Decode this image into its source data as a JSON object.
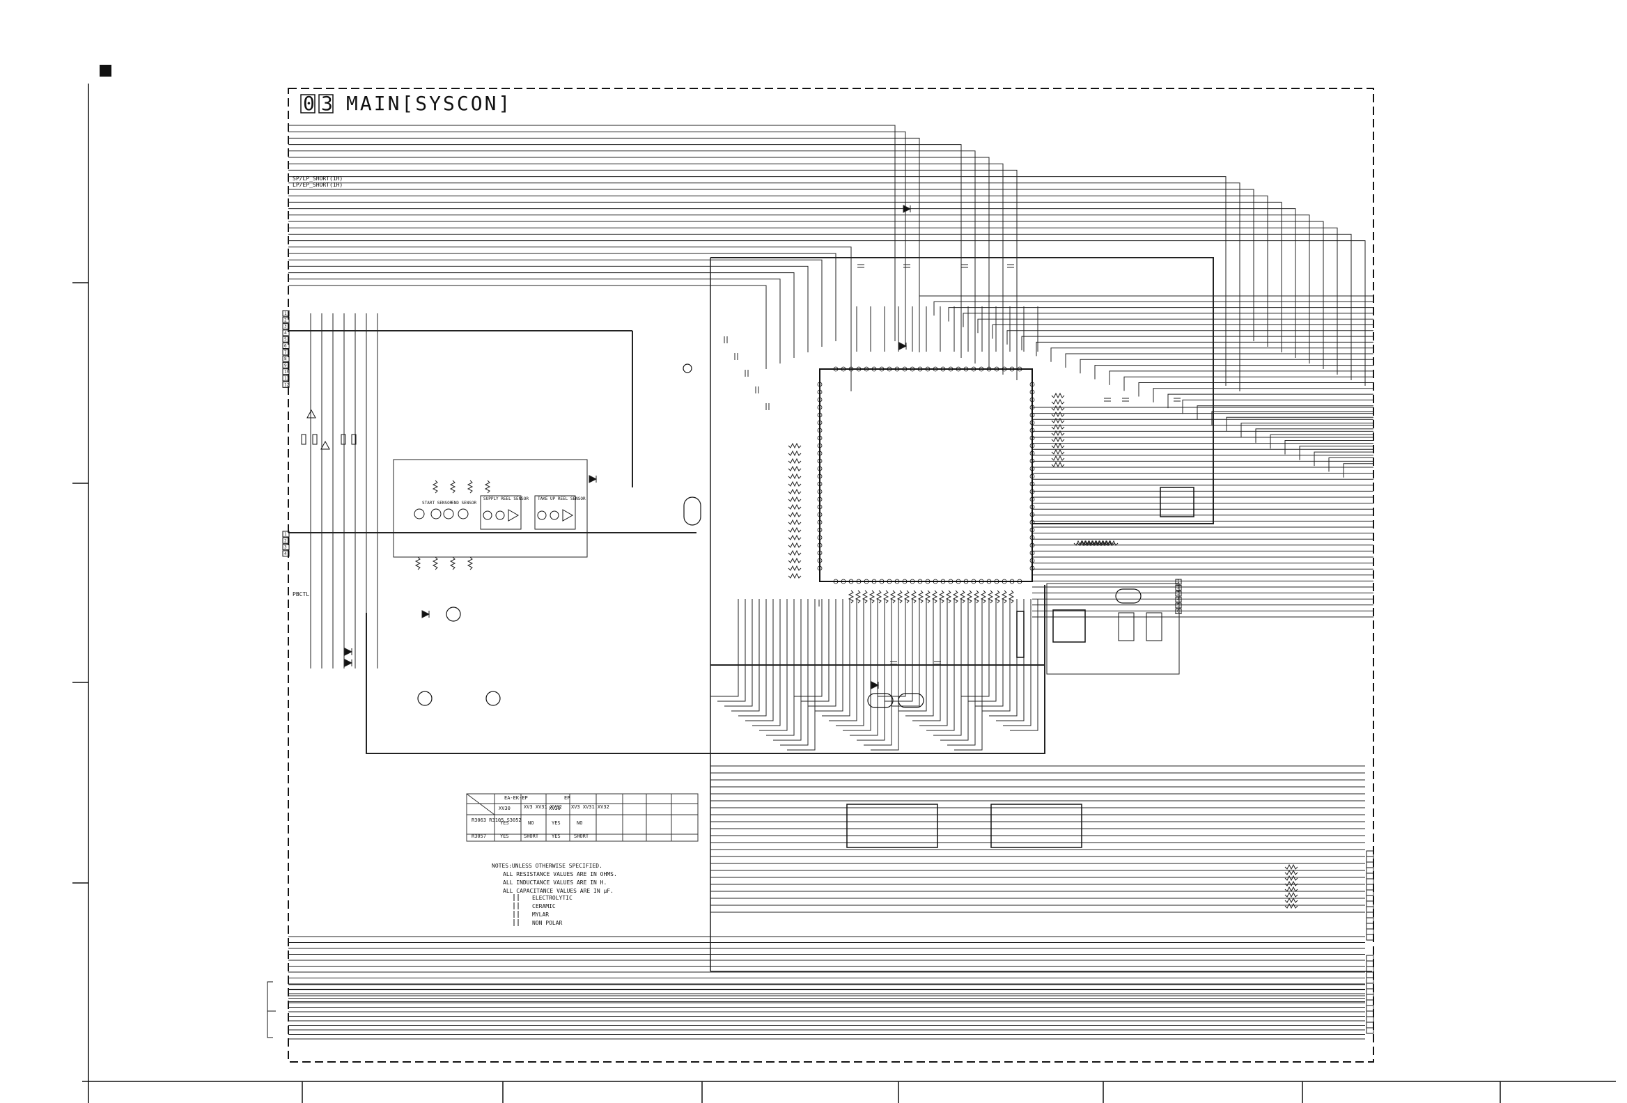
{
  "header": {
    "box1": "0",
    "box2": "3",
    "name": "MAIN[SYSCON]"
  },
  "labels": {
    "sp_short": "SP/LP_SHORT(1H)",
    "lp_short": "LP/EP_SHORT(1H)",
    "pb_ctl": "PBCTL",
    "start_sensor": "START SENSOR",
    "end_sensor": "END SENSOR",
    "supply_sensor": "SUPPLY REEL SENSOR",
    "takeup_sensor": "TAKE UP REEL SENSOR"
  },
  "table": {
    "col_group_1": "EA-EK-EP",
    "col_group_2": "EP",
    "cols": [
      "XV30",
      "XV3 XV31 XV32",
      "XV30",
      "XV3 XV31 XV32"
    ],
    "rows": [
      {
        "ref": "R3063 R3105 S3052",
        "values": [
          "YES",
          "NO",
          "YES",
          "NO"
        ]
      },
      {
        "ref": "R3057",
        "values": [
          "YES",
          "SHORT",
          "YES",
          "SHORT"
        ]
      }
    ]
  },
  "notes": {
    "line1": "NOTES:UNLESS OTHERWISE SPECIFIED.",
    "line2": "ALL RESISTANCE VALUES ARE IN OHMS.",
    "line3": "ALL INDUCTANCE VALUES ARE IN H.",
    "line4": "ALL CAPACITANCE VALUES ARE IN µF.",
    "legend": [
      "ELECTROLYTIC",
      "CERAMIC",
      "MYLAR",
      "NON POLAR"
    ]
  },
  "connectors": {
    "left_top": [
      "1",
      "2",
      "3",
      "4",
      "5",
      "6",
      "7",
      "8",
      "9",
      "10",
      "11",
      "12"
    ],
    "left_mid": [
      "1",
      "2",
      "3",
      "4"
    ],
    "right_small": [
      "1",
      "2",
      "3",
      "4",
      "5",
      "6"
    ]
  }
}
